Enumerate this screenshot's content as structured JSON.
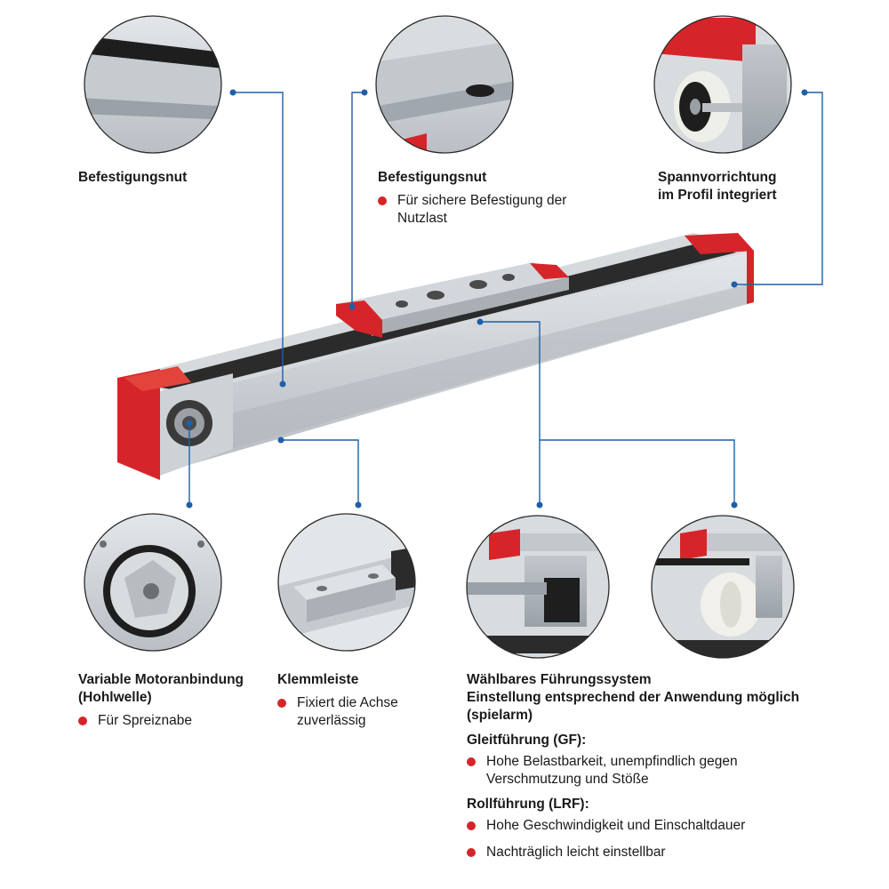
{
  "colors": {
    "accent_red": "#d6252a",
    "line_blue": "#1f5fa8",
    "aluminium": "#c9ced3"
  },
  "callouts": {
    "befestigungsnut_left": {
      "title": "Befestigungsnut"
    },
    "befestigungsnut_top": {
      "title": "Befestigungsnut",
      "bullets": [
        "Für sichere Befestigung der Nutzlast"
      ]
    },
    "spannvorrichtung": {
      "title_line1": "Spannvorrichtung",
      "title_line2": "im Profil integriert"
    },
    "motoranbindung": {
      "title_line1": "Variable Motoranbindung",
      "title_line2": "(Hohlwelle)",
      "bullets": [
        "Für Spreiznabe"
      ]
    },
    "klemmleiste": {
      "title": "Klemmleiste",
      "bullets": [
        "Fixiert die Achse zuverlässig"
      ]
    },
    "fuehrungssystem": {
      "title_line1": "Wählbares Führungssystem",
      "title_line2": "Einstellung entsprechend der Anwendung möglich",
      "title_line3": "(spielarm)",
      "gleit_heading": "Gleitführung (GF):",
      "gleit_bullets": [
        "Hohe Belastbarkeit, unempfindlich gegen Verschmutzung und Stöße"
      ],
      "roll_heading": "Rollführung (LRF):",
      "roll_bullets": [
        "Hohe Geschwindigkeit und Einschaltdauer",
        "Nachträglich leicht einstellbar"
      ]
    }
  }
}
